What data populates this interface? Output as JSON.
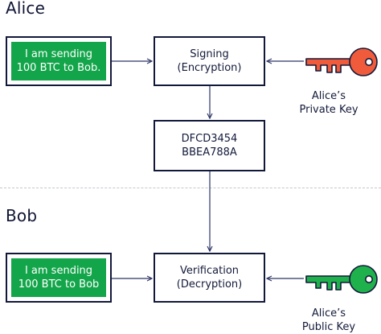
{
  "alice": {
    "title": "Alice",
    "message_line1": "I am sending",
    "message_line2": "100 BTC to Bob.",
    "process_line1": "Signing",
    "process_line2": "(Encryption)",
    "key_line1": "Alice’s",
    "key_line2": "Private Key",
    "key_color": "#ef5b3b"
  },
  "signature": {
    "line1": "DFCD3454",
    "line2": "BBEA788A"
  },
  "bob": {
    "title": "Bob",
    "message_line1": "I am sending",
    "message_line2": "100 BTC to Bob",
    "process_line1": "Verification",
    "process_line2": "(Decryption)",
    "key_line1": "Alice’s",
    "key_line2": "Public Key",
    "key_color": "#1fb24c"
  },
  "colors": {
    "message_fill": "#13a54a",
    "border": "#12183a",
    "arrow": "#2c3466",
    "divider": "#c4c7cf"
  }
}
